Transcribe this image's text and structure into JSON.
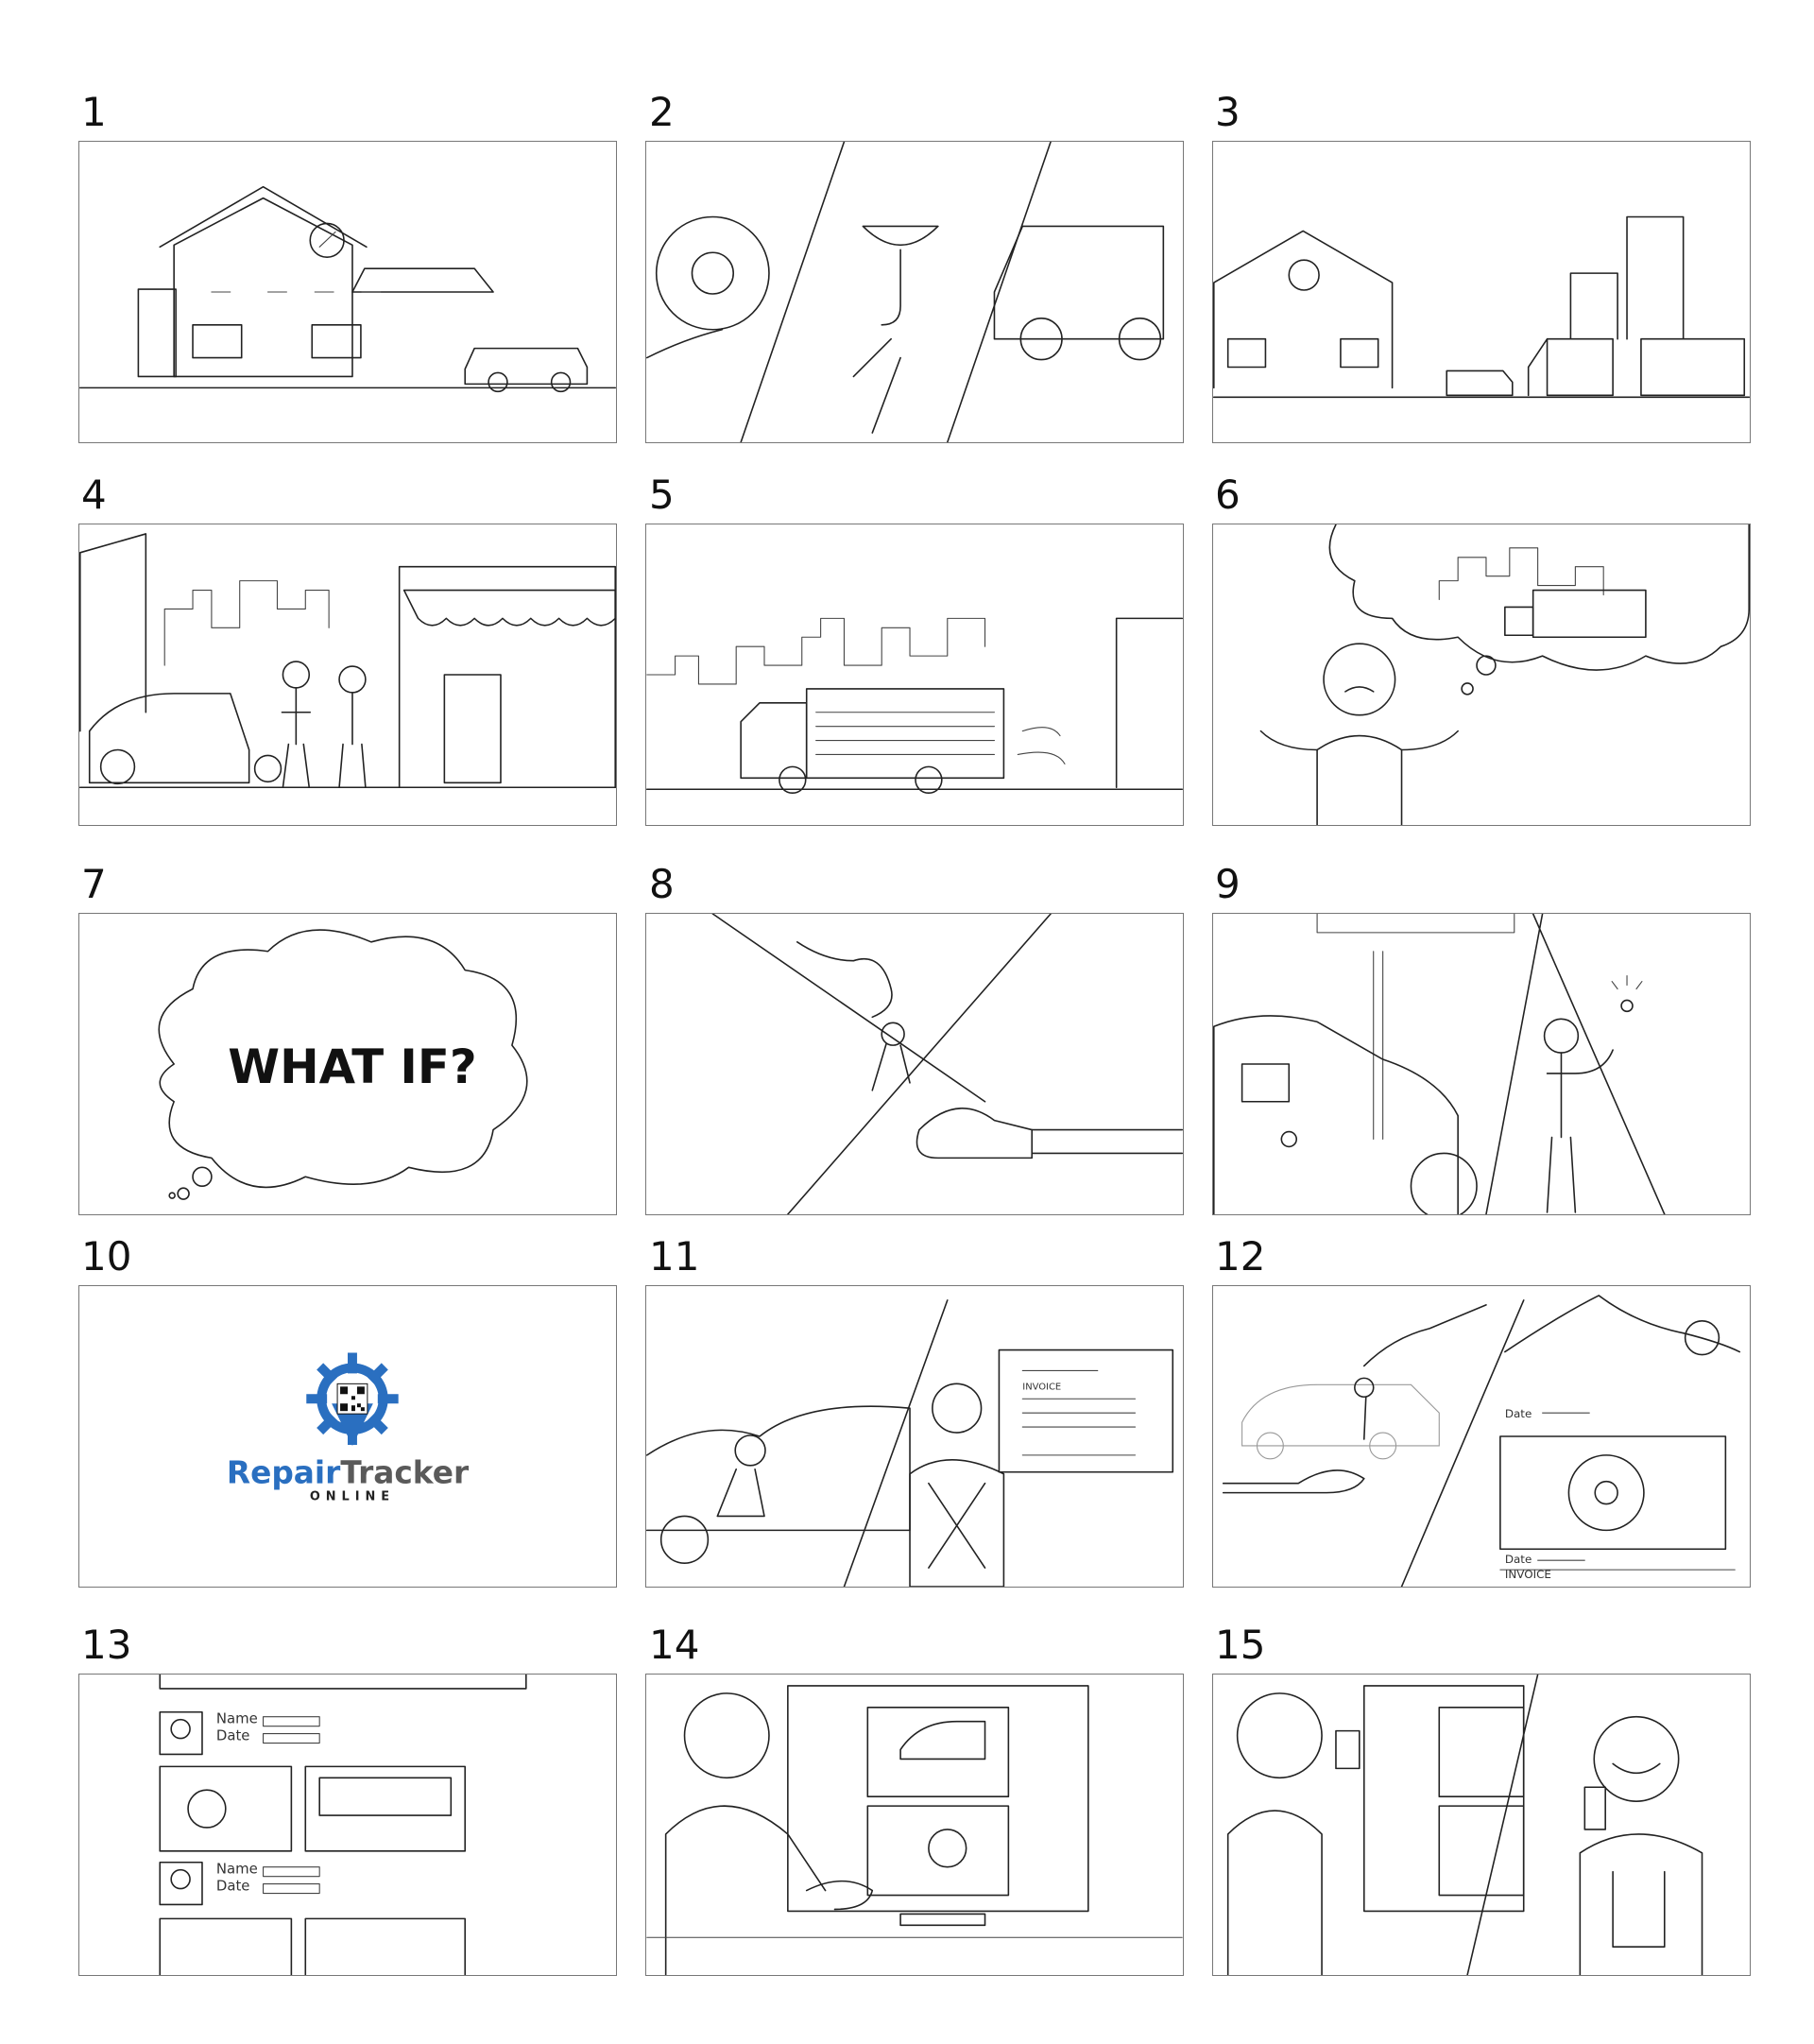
{
  "panels": [
    {
      "number": "1"
    },
    {
      "number": "2"
    },
    {
      "number": "3"
    },
    {
      "number": "4"
    },
    {
      "number": "5"
    },
    {
      "number": "6"
    },
    {
      "number": "7",
      "text": "WHAT IF?"
    },
    {
      "number": "8"
    },
    {
      "number": "9"
    },
    {
      "number": "10",
      "logo": {
        "brand_part1": "Repair",
        "brand_part2": "Tracker",
        "sub": "ONLINE"
      }
    },
    {
      "number": "11",
      "labels": [
        "INVOICE"
      ]
    },
    {
      "number": "12",
      "labels": [
        "Date",
        "Date",
        "INVOICE"
      ]
    },
    {
      "number": "13",
      "labels": [
        "Name",
        "Date",
        "Name",
        "Date"
      ]
    },
    {
      "number": "14"
    },
    {
      "number": "15"
    }
  ],
  "colors": {
    "logo_blue": "#2a6fc0",
    "logo_gray": "#5a5a5a",
    "frame_border": "#777777"
  }
}
